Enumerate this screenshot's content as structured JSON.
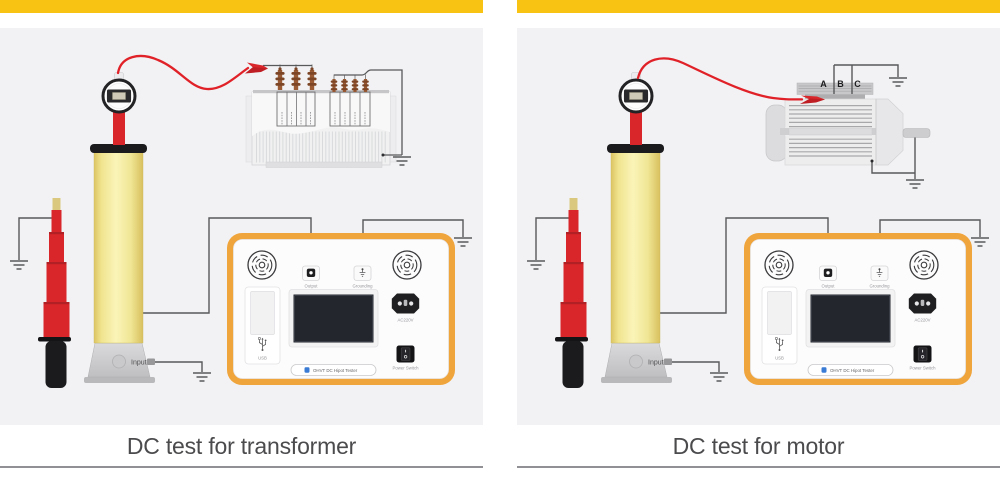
{
  "colors": {
    "top_bar_yellow": "#f9c313",
    "panel_bg": "#f2f2f4",
    "tester_orange": "#f0a43c",
    "cable_red": "#e02228",
    "cylinder_yellow": "#f7f0a6",
    "wire_gray": "#58595b",
    "bushing_brown": "#9a5a33",
    "caption_text": "#4b4b4d"
  },
  "panels": [
    {
      "caption": "DC test for transformer",
      "equipment": "transformer"
    },
    {
      "caption": "DC test for motor",
      "equipment": "motor"
    }
  ],
  "hv_source": {
    "input_label": "Input"
  },
  "motor": {
    "terminal_labels": [
      "A",
      "B",
      "C"
    ]
  },
  "tester": {
    "output_label": "Output",
    "grounding_label": "Grounding",
    "usb_label": "USB",
    "ac_socket_label": "AC220V",
    "power_switch_label": "Power Switch",
    "nameplate": "OHVT DC Hipot Tester"
  },
  "icons": {
    "ground": "ground-icon",
    "fan": "fan-icon",
    "usb": "usb-icon",
    "ac_socket": "power-socket-icon",
    "power_switch": "power-switch-icon",
    "meter": "meter-icon",
    "clamp": "alligator-clamp-icon"
  }
}
